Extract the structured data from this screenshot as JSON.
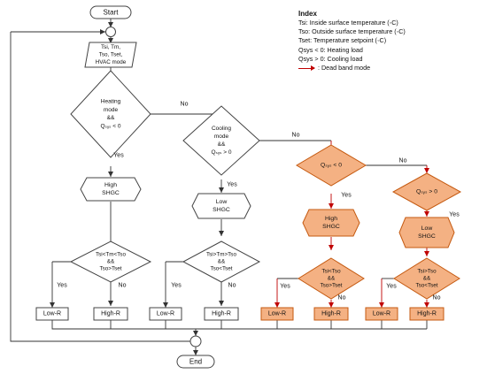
{
  "flowchart": {
    "start": "Start",
    "end": "End",
    "inputs": [
      "Tsi, Tm,",
      "Tso, Tset,",
      "HVAC mode"
    ],
    "decisions": {
      "heating_mode": [
        "Heating",
        "mode",
        "&&",
        "Qₛᵧₛ < 0"
      ],
      "cooling_mode": [
        "Cooling",
        "mode",
        "&&",
        "Qₛᵧₛ >  0"
      ],
      "qsys_neg": "Qₛᵧₛ < 0",
      "qsys_pos": "Qₛᵧₛ > 0",
      "check_1": [
        "Tsi<Tm<Tso",
        "&&",
        "Tso>Tset"
      ],
      "check_2": [
        "Tsi>Tm>Tso",
        "&&",
        "Tso<Tset"
      ],
      "check_3": [
        "Tsi<Tso",
        "&&",
        "Tso>Tset"
      ],
      "check_4": [
        "Tsi>Tso",
        "&&",
        "Tso<Tset"
      ]
    },
    "processes": {
      "high_shgc_1": [
        "High",
        "SHGC"
      ],
      "low_shgc_1": [
        "Low",
        "SHGC"
      ],
      "high_shgc_2": [
        "High",
        "SHGC"
      ],
      "low_shgc_2": [
        "Low",
        "SHGC"
      ]
    },
    "outputs": {
      "low_r": "Low-R",
      "high_r": "High-R"
    },
    "edge_labels": {
      "yes": "Yes",
      "no": "No"
    }
  },
  "legend": {
    "title": "Index",
    "items": [
      "Tsi: Inside surface temperature (◦C)",
      "Tso: Outside surface temperature (◦C)",
      "Tset: Temperature setpoint (◦C)",
      "Qsys < 0: Heating load",
      "Qsys > 0: Cooling load"
    ],
    "dead_band": ": Dead band mode"
  },
  "colors": {
    "dead_band_fill": "#f4b183",
    "dead_band_stroke": "#c55a11",
    "dead_band_arrow": "#c00000",
    "default_fill": "#ffffff",
    "stroke": "#444444"
  }
}
